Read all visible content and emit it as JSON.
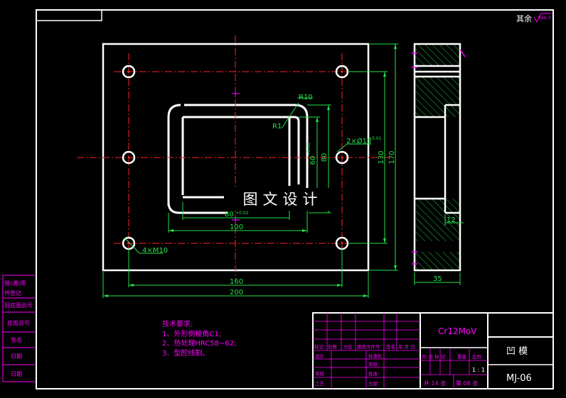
{
  "drawing": {
    "roughness_note": "其余",
    "roughness_value": "Ra6.3",
    "watermark": "图文设计",
    "dims": {
      "r10": "R10",
      "r1": "R1",
      "w200": "200",
      "w160": "160",
      "w100": "100",
      "w80": "80",
      "w80_tol": "+0.02",
      "h170": "170",
      "h130": "130",
      "h80": "80",
      "h60": "60",
      "h60_tol": "+0.02",
      "holes_pin": "2×Ø10",
      "holes_pin_tol": "+0.01",
      "holes_thread": "4×M10",
      "thickness": "35",
      "step": "12"
    },
    "notes": {
      "title": "技术要求:",
      "items": [
        "1、外形倒棱角C1;",
        "2、热处理HRC58~62;",
        "3、型腔线割。"
      ]
    },
    "left_strip": [
      "借(通)用",
      "件登记",
      "旧底图总号",
      "底图总号",
      "签名",
      "日期",
      "日期"
    ],
    "title_block": {
      "material": "Cr12MoV",
      "part_name": "凹 模",
      "drawing_no": "MJ-06",
      "scale": "1 : 1",
      "sheets_total": "共 14 张",
      "sheet_no": "第 08 张",
      "row_headers": [
        "标记",
        "处数",
        "分区",
        "更改文件号",
        "签名",
        "年 月 日"
      ],
      "roles_left": [
        "设计",
        "审核",
        "工艺"
      ],
      "roles_mid": [
        "标准化",
        "批准",
        "日期"
      ],
      "roles_mid2": [
        "",
        "审核",
        "批准"
      ],
      "stage_headers": [
        "阶 段 标 记",
        "重量",
        "比例"
      ]
    }
  }
}
